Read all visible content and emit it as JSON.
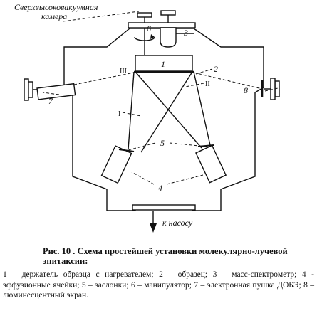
{
  "diagram": {
    "chamber_label_line1": "Сверхвысоковакуумная",
    "chamber_label_line2": "камера",
    "pump_label": "к насосу",
    "part_numbers": {
      "n1": "1",
      "n2": "2",
      "n3": "3",
      "n4": "4",
      "n5": "5",
      "n6": "6",
      "n7": "7",
      "n8": "8"
    },
    "beam_labels": {
      "b1": "I",
      "b2": "II",
      "b3": "III"
    }
  },
  "caption": {
    "title": "Рис. 10 . Схема простейшей установки молекулярно-лучевой эпитаксии:",
    "legend": "1 – держатель образца с нагревателем; 2 – образец; 3 – масс-спектрометр; 4 - эффузионные ячейки; 5 – заслонки; 6 – манипулятор; 7 – электронная пушка ДОБЭ; 8 – люминесцентный экран."
  }
}
